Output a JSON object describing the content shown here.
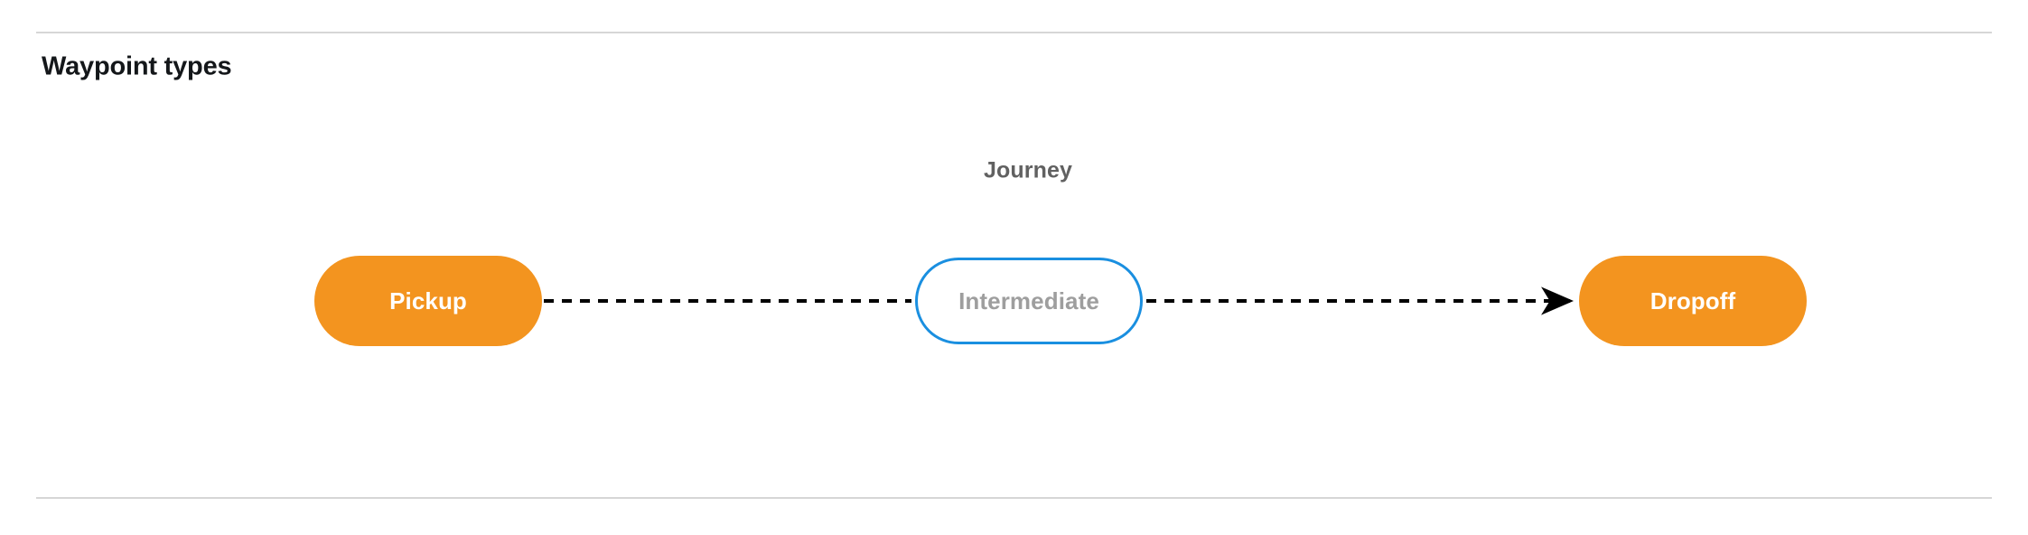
{
  "section": {
    "title": "Waypoint types"
  },
  "diagram": {
    "type": "flow",
    "edge_label": "Journey",
    "nodes": [
      {
        "id": "pickup",
        "label": "Pickup",
        "style": "filled",
        "fill": "#F3941F",
        "text_color": "#FFFFFF"
      },
      {
        "id": "intermediate",
        "label": "Intermediate",
        "style": "outlined",
        "fill": "#FFFFFF",
        "border_color": "#1A8FE0",
        "text_color": "#9E9E9E"
      },
      {
        "id": "dropoff",
        "label": "Dropoff",
        "style": "filled",
        "fill": "#F3941F",
        "text_color": "#FFFFFF"
      }
    ],
    "edges": [
      {
        "from": "pickup",
        "to": "intermediate",
        "line": "dashed",
        "arrowhead": false,
        "color": "#000000"
      },
      {
        "from": "intermediate",
        "to": "dropoff",
        "line": "dashed",
        "arrowhead": true,
        "color": "#000000"
      }
    ]
  },
  "dividers": {
    "color": "#D6D6D6"
  }
}
